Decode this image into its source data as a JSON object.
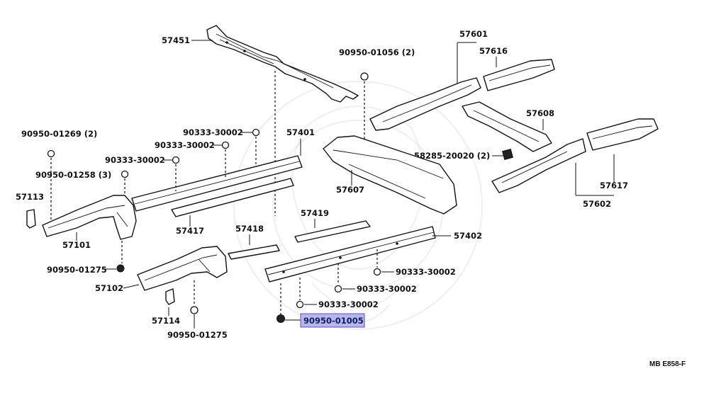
{
  "colors": {
    "highlight_fill": "#b9b6ee",
    "highlight_border": "#5a52b8",
    "ink": "#111111",
    "watermark": "#d2d2d2"
  },
  "labels": {
    "p57451": "57451",
    "p57401": "57401",
    "p57417": "57417",
    "p57418": "57418",
    "p57419": "57419",
    "p57402": "57402",
    "p57101": "57101",
    "p57102": "57102",
    "p57113": "57113",
    "p57114": "57114",
    "p57601": "57601",
    "p57616": "57616",
    "p57608": "57608",
    "p57607": "57607",
    "p57617": "57617",
    "p57602": "57602",
    "p58285": "58285-20020 (2)",
    "b01056": "90950-01056 (2)",
    "b01269": "90950-01269 (2)",
    "b01258": "90950-01258 (3)",
    "b01275a": "90950-01275",
    "b01275b": "90950-01275",
    "b01005": "90950-01005",
    "s30002a": "90333-30002",
    "s30002b": "90333-30002",
    "s30002c": "90333-30002",
    "s30002d": "90333-30002",
    "s30002e": "90333-30002",
    "s30002f": "90333-30002"
  },
  "footer": {
    "reference": "MB E858-F"
  }
}
